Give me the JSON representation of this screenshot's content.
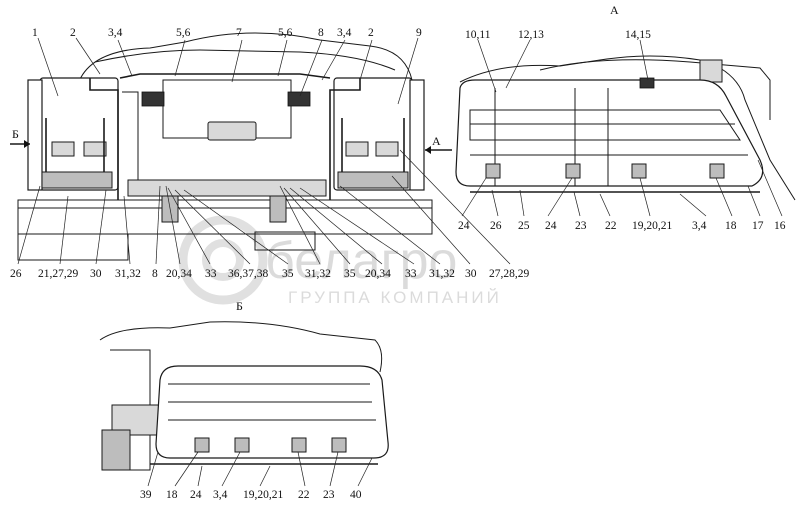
{
  "views": {
    "a": "А",
    "b": "Б"
  },
  "watermark": {
    "brand": "белагро",
    "tagline": "ГРУППА КОМПАНИЙ"
  },
  "callouts": {
    "front_top": [
      "1",
      "2",
      "3,4",
      "5,6",
      "7",
      "5,6",
      "8",
      "3,4",
      "2",
      "9"
    ],
    "front_bottom": [
      "26",
      "21,27,29",
      "30",
      "31,32",
      "8",
      "20,34",
      "33",
      "36,37,38",
      "35",
      "31,32",
      "35",
      "20,34",
      "33",
      "31,32",
      "30",
      "27,28,29"
    ],
    "side_a_top": [
      "10,11",
      "12,13",
      "14,15"
    ],
    "side_a_bottom": [
      "24",
      "26",
      "25",
      "24",
      "23",
      "22",
      "19,20,21",
      "3,4",
      "18",
      "17",
      "16"
    ],
    "side_b_bottom": [
      "39",
      "18",
      "24",
      "3,4",
      "19,20,21",
      "22",
      "23",
      "40"
    ]
  },
  "colors": {
    "line": "#1a1a1a",
    "fill_light": "#d9d9d9",
    "fill_mid": "#bdbdbd",
    "watermark": "#bfbfbf"
  }
}
